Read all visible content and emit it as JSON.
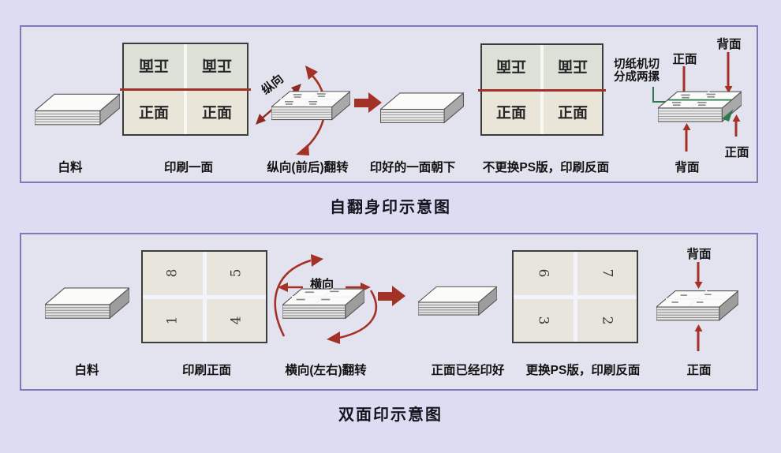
{
  "colors": {
    "page_bg": "#dddcf3",
    "panel_bg": "#e3e3ef",
    "panel_border": "#7b7bb8",
    "arrow_red": "#a43126",
    "cut_green": "#2f7a4d",
    "center_red_line": "#a03028"
  },
  "panel1": {
    "title": "自翻身印示意图",
    "blank_stack_label": "白料",
    "grid1_label": "印刷一面",
    "cell_front": "正面",
    "flip_axis_label": "纵向",
    "flip_label": "纵向(前后)翻转",
    "face_down_label": "印好的一面朝下",
    "grid2_label": "不更换PS版，印刷反面",
    "cutter_note_line1": "切纸机切",
    "cutter_note_line2": "分成两摞",
    "front_label_top": "正面",
    "back_label_top": "背面",
    "back_label_bottom": "背面",
    "front_label_bottom": "正面"
  },
  "panel2": {
    "title": "双面印示意图",
    "blank_stack_label": "白料",
    "grid1_label": "印刷正面",
    "grid1_numbers": [
      "8",
      "5",
      "1",
      "4"
    ],
    "flip_axis_label": "横向",
    "flip_label": "横向(左右)翻转",
    "printed_label": "正面已经印好",
    "grid2_label": "更换PS版，印刷反面",
    "grid2_numbers": [
      "6",
      "7",
      "3",
      "2"
    ],
    "back_label": "背面",
    "front_label": "正面"
  }
}
